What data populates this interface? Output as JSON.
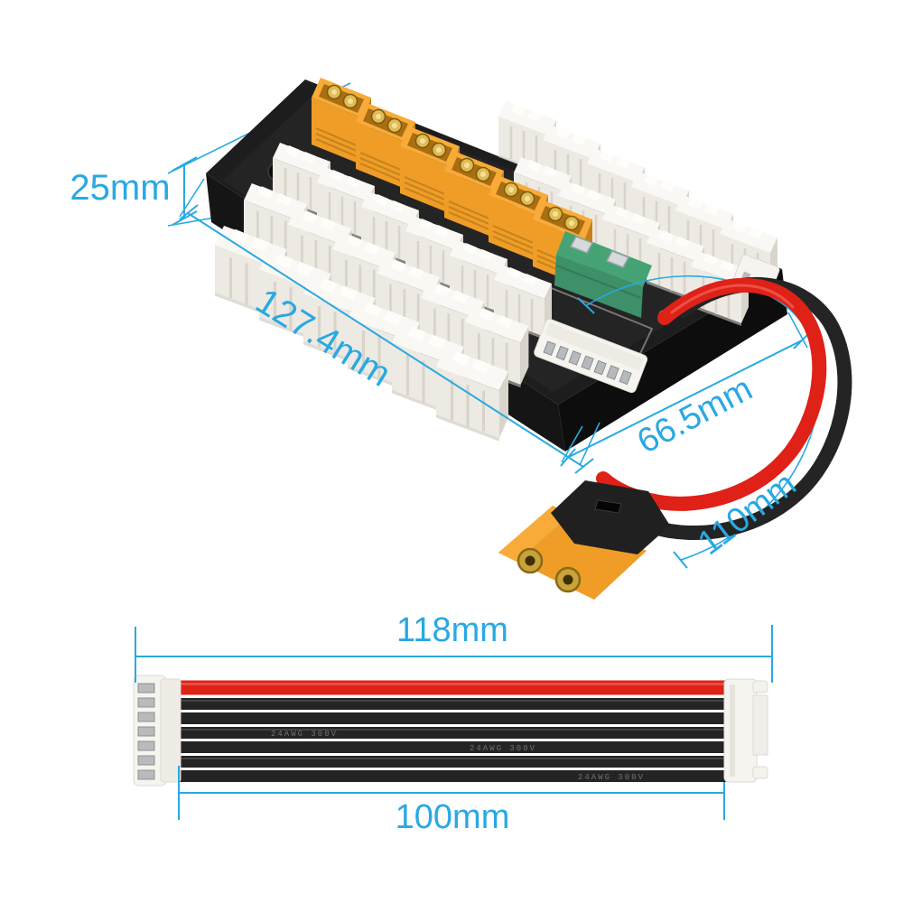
{
  "palette": {
    "accent": "#29a9e2",
    "board_black": "#1d1d1d",
    "connector_white": "#f6f4ef",
    "xt60_yellow": "#ef9d27",
    "xt60_yellow_light": "#f8ab38",
    "wire_red": "#df2118",
    "wire_black": "#242424",
    "fuse_green": "#46a376"
  },
  "annotations": {
    "board_thickness_label": "25mm",
    "board_length_label": "127.4mm",
    "board_width_label": "66.5mm",
    "output_wire_length_label": "110mm",
    "cable_overall_length_label": "118mm",
    "cable_wire_length_label": "100mm"
  },
  "cable": {
    "wire_marking": "24AWG 300V"
  }
}
